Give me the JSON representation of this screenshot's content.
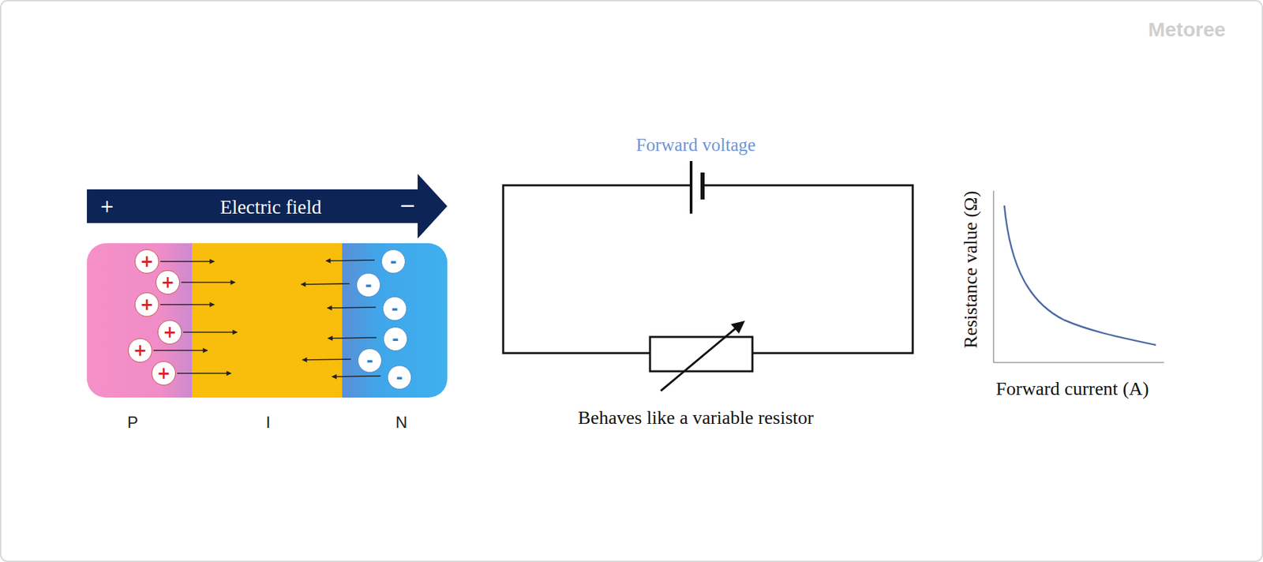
{
  "diagram": {
    "nodes": [
      {
        "text": [
          "+",
          "Electric field",
          "−"
        ]
      },
      {
        "text": [
          "+"
        ]
      },
      {
        "text": [
          "+"
        ]
      },
      {
        "text": [
          "+"
        ]
      },
      {
        "text": [
          "+"
        ]
      },
      {
        "text": [
          "+"
        ]
      },
      {
        "text": [
          "+"
        ]
      },
      {
        "text": [
          "-"
        ]
      },
      {
        "text": [
          "-"
        ]
      },
      {
        "text": [
          "-"
        ]
      },
      {
        "text": [
          "-"
        ]
      },
      {
        "text": [
          "-"
        ]
      },
      {
        "text": [
          "-"
        ]
      }
    ],
    "labels": [
      "P",
      "I",
      "N",
      "Forward voltage",
      "Behaves like a variable resistor",
      "Resistance value (Ω)",
      "Forward current (A)",
      "Metoree"
    ]
  }
}
